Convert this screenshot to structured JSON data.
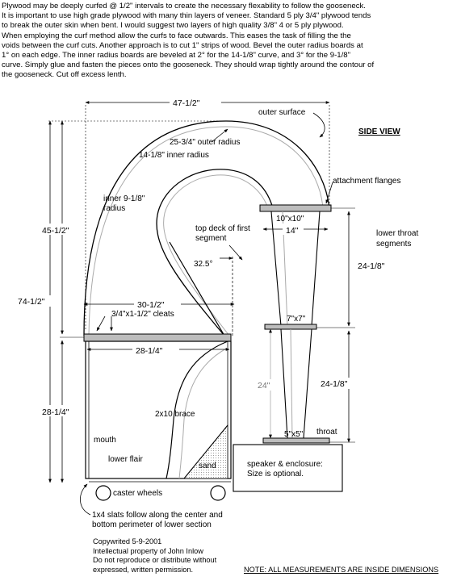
{
  "intro_text": "Plywood may be deeply curfed @ 1/2\" intervals to create the necessary flexability to follow the gooseneck.\nIt is important to use high grade plywood with many thin layers of veneer. Standard 5 ply 3/4\" plywood tends\nto break the outer skin when bent. I would suggest two layers of high quality 3/8\" 4 or 5 ply plywood.\nWhen employing the curf method allow the curfs to face outwards. This eases the task of filling the the\nvoids between the curf cuts. Another approach is to cut 1\" strips of wood. Bevel the outer radius boards at\n1° on each edge. The inner radius boards are beveled at 2° for the 14-1/8\" curve, and 3° for the 9-1/8\"\ncurve. Simply glue and fasten the pieces onto the gooseneck. They should wrap tightly around the contour of\nthe gooseneck. Cut off excess lenth.",
  "view_title": "SIDE VIEW",
  "labels": {
    "outer_surface": "outer surface",
    "outer_radius": "25-3/4\" outer radius",
    "inner_radius_14": "14-1/8\" inner radius",
    "inner_radius_9_line1": "inner 9-1/8\"",
    "inner_radius_9_line2": "radius",
    "attachment_flanges": "attachment flanges",
    "flange_size": "10\"x10\"",
    "top_deck_line1": "top deck of first",
    "top_deck_line2": "segment",
    "lower_throat_line1": "lower throat",
    "lower_throat_line2": "segments",
    "angle": "32.5°",
    "cleats": "3/4\"x1-1/2\" cleats",
    "mid_size": "7\"x7\"",
    "brace": "2x10 brace",
    "mouth": "mouth",
    "lower_flair": "lower flair",
    "sand": "sand",
    "throat_size": "5\"x5\"",
    "throat": "throat",
    "speaker_line1": "speaker & enclosure:",
    "speaker_line2": "Size is optional.",
    "caster_wheels": "caster wheels",
    "slats_line1": "1x4 slats follow along the center and",
    "slats_line2": "bottom perimeter of lower section"
  },
  "dimensions": {
    "top_width": "47-1/2\"",
    "width_30": "30-1/2\"",
    "width_28": "28-1/4\"",
    "height_45": "45-1/2\"",
    "height_74": "74-1/2\"",
    "height_28": "28-1/4\"",
    "flange_14": "14\"",
    "seg_upper": "24-1/8\"",
    "seg_lower": "24-1/8\"",
    "seg_24": "24\""
  },
  "footer_left": "Copywrited 5-9-2001\nIntellectual property of John Inlow\nDo not reproduce or distribute without\nexpressed, written permission.",
  "footer_right": "NOTE: ALL MEASUREMENTS ARE INSIDE DIMENSIONS"
}
